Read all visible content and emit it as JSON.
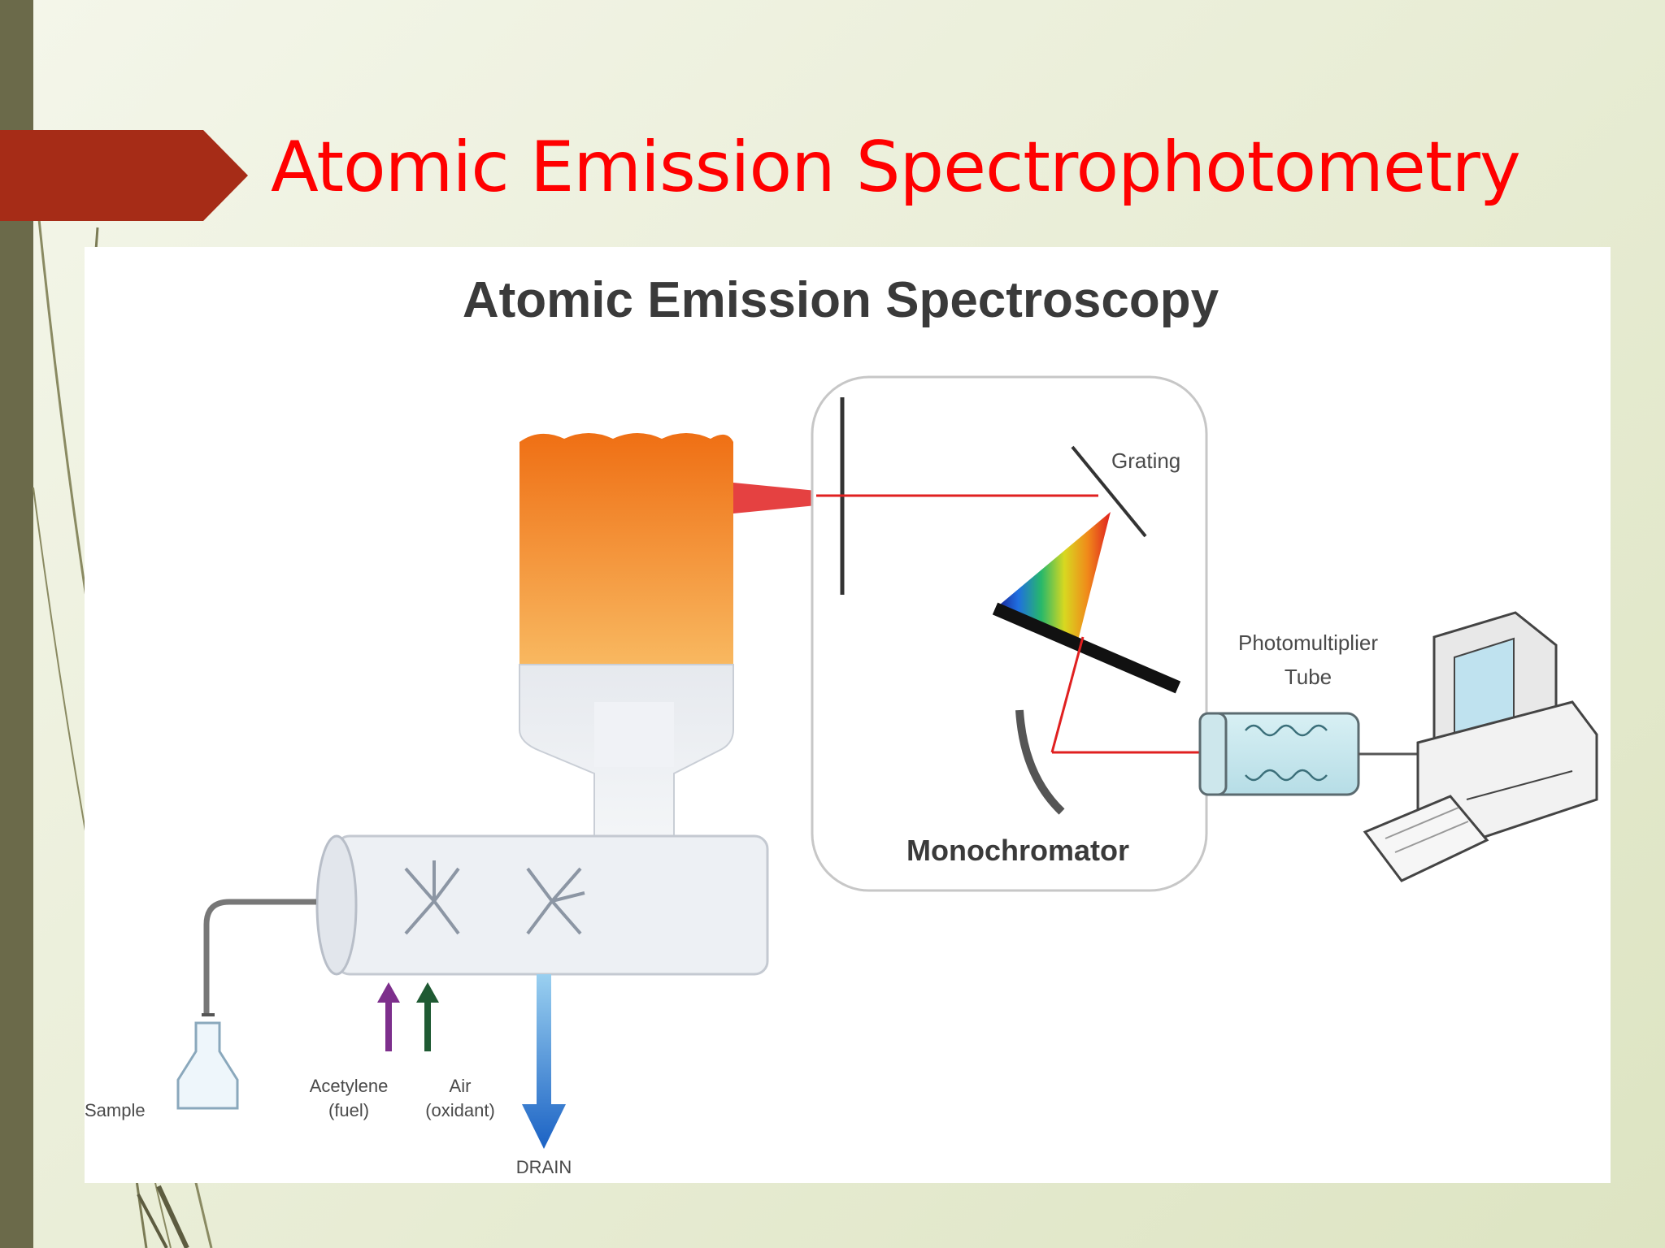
{
  "slide": {
    "title": "Atomic Emission Spectrophotometry"
  },
  "diagram": {
    "heading": "Atomic Emission Spectroscopy",
    "labels": {
      "grating": "Grating",
      "pmt_line1": "Photomultiplier",
      "pmt_line2": "Tube",
      "monochromator": "Monochromator",
      "sample": "Sample",
      "fuel_line1": "Acetylene",
      "fuel_line2": "(fuel)",
      "oxidant_line1": "Air",
      "oxidant_line2": "(oxidant)",
      "drain": "DRAIN"
    }
  },
  "colors": {
    "title": "#ff0000",
    "arrow_banner": "#a62c17",
    "left_bar": "#6b6a4a",
    "flame_top": "#ef6f14",
    "flame_bottom": "#f8b860",
    "beam": "#e02020",
    "drain_arrow": "#1b62c4",
    "fuel_arrow": "#7d2f8c",
    "oxidant_arrow": "#1f5a33"
  },
  "icons": [
    "flame-burner",
    "nebulizer",
    "diffraction-grating",
    "concave-mirror",
    "photomultiplier-tube",
    "computer",
    "sample-flask"
  ]
}
